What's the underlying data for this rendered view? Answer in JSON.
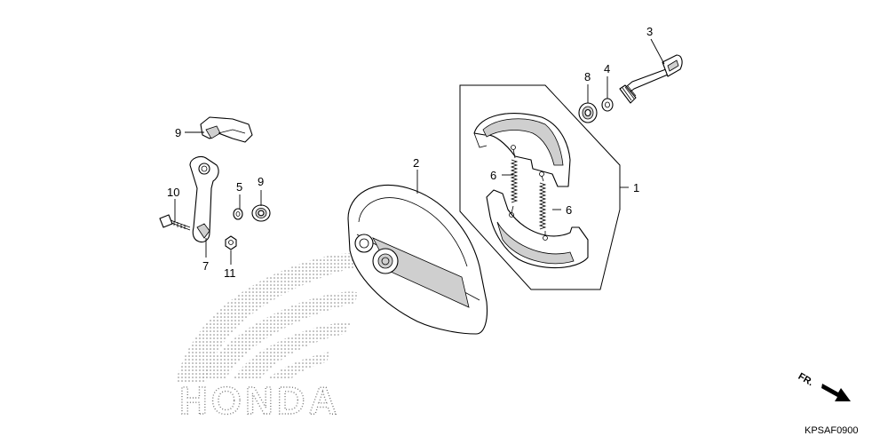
{
  "diagram": {
    "watermark_text": "HONDA",
    "drawing_code": "KPSAF0900",
    "direction_label": "FR.",
    "callouts": [
      {
        "id": "c1",
        "label": "1"
      },
      {
        "id": "c2",
        "label": "2"
      },
      {
        "id": "c3",
        "label": "3"
      },
      {
        "id": "c4",
        "label": "4"
      },
      {
        "id": "c5",
        "label": "5"
      },
      {
        "id": "c6a",
        "label": "6"
      },
      {
        "id": "c6b",
        "label": "6"
      },
      {
        "id": "c7",
        "label": "7"
      },
      {
        "id": "c8",
        "label": "8"
      },
      {
        "id": "c9a",
        "label": "9"
      },
      {
        "id": "c9b",
        "label": "9"
      },
      {
        "id": "c10",
        "label": "10"
      },
      {
        "id": "c11",
        "label": "11"
      }
    ]
  },
  "colors": {
    "line": "#000000",
    "shade": "#cfcfcf",
    "watermark": "#7a7a7a",
    "background": "#ffffff"
  },
  "icons": {
    "direction": "arrow-icon",
    "brand": "honda-wing-logo"
  }
}
